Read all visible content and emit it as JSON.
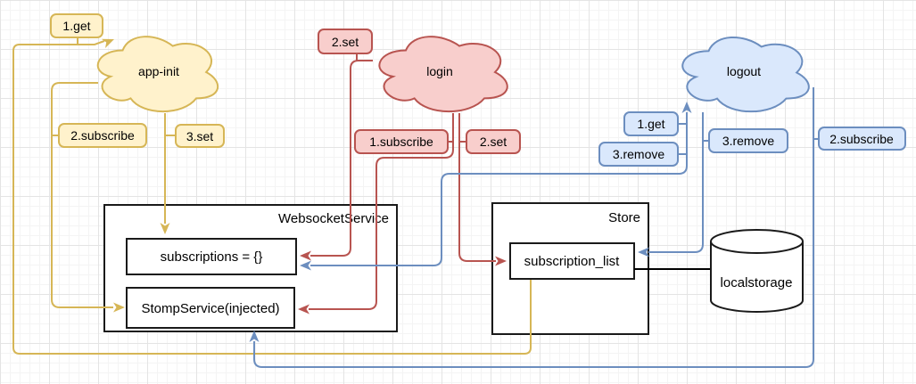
{
  "palette": {
    "yellow": {
      "fill": "#FFF2CC",
      "stroke": "#D6B656"
    },
    "red": {
      "fill": "#F8CECC",
      "stroke": "#B85450"
    },
    "blue": {
      "fill": "#DAE8FC",
      "stroke": "#6C8EBF"
    },
    "box": {
      "fill": "#FFFFFF",
      "stroke": "#1A1A1A"
    }
  },
  "clouds": {
    "app_init": "app-init",
    "login": "login",
    "logout": "logout"
  },
  "boxes": {
    "websocket_service": {
      "title": "WebsocketService",
      "subscriptions": "subscriptions = {}",
      "stomp": "StompService(injected)"
    },
    "store": {
      "title": "Store",
      "subscription_list": "subscription_list"
    },
    "localstorage": "localstorage"
  },
  "edge_labels": {
    "app_init": [
      "1.get",
      "2.subscribe",
      "3.set"
    ],
    "login": [
      "2.set",
      "1.subscribe",
      "2.set"
    ],
    "logout": [
      "1.get",
      "3.remove",
      "3.remove",
      "2.subscribe"
    ]
  }
}
